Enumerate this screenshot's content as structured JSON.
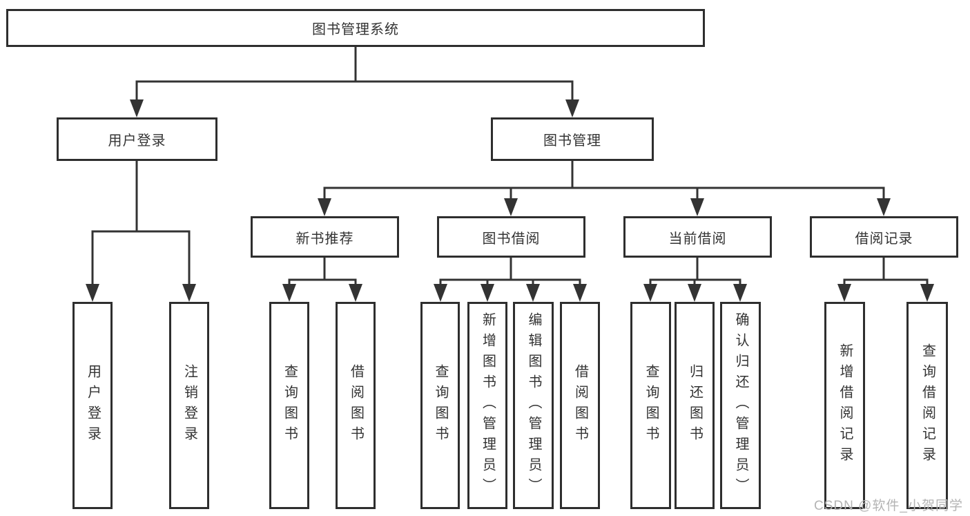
{
  "colors": {
    "line": "#333333",
    "box_border": "#2e2e2e",
    "text": "#333333",
    "watermark": "#b4b4b4",
    "background": "#ffffff"
  },
  "watermark": {
    "text": "CSDN @软件_小贺同学"
  },
  "tree": {
    "root": {
      "label": "图书管理系统"
    },
    "branches": [
      {
        "label": "用户登录",
        "children": [
          {
            "label": "用户登录"
          },
          {
            "label": "注销登录"
          }
        ]
      },
      {
        "label": "图书管理",
        "children": [
          {
            "label": "新书推荐",
            "children": [
              {
                "label": "查询图书"
              },
              {
                "label": "借阅图书"
              }
            ]
          },
          {
            "label": "图书借阅",
            "children": [
              {
                "label": "查询图书"
              },
              {
                "label": "新增图书（管理员）"
              },
              {
                "label": "编辑图书（管理员）"
              },
              {
                "label": "借阅图书"
              }
            ]
          },
          {
            "label": "当前借阅",
            "children": [
              {
                "label": "查询图书"
              },
              {
                "label": "归还图书"
              },
              {
                "label": "确认归还（管理员）"
              }
            ]
          },
          {
            "label": "借阅记录",
            "children": [
              {
                "label": "新增借阅记录"
              },
              {
                "label": "查询借阅记录"
              }
            ]
          }
        ]
      }
    ]
  }
}
